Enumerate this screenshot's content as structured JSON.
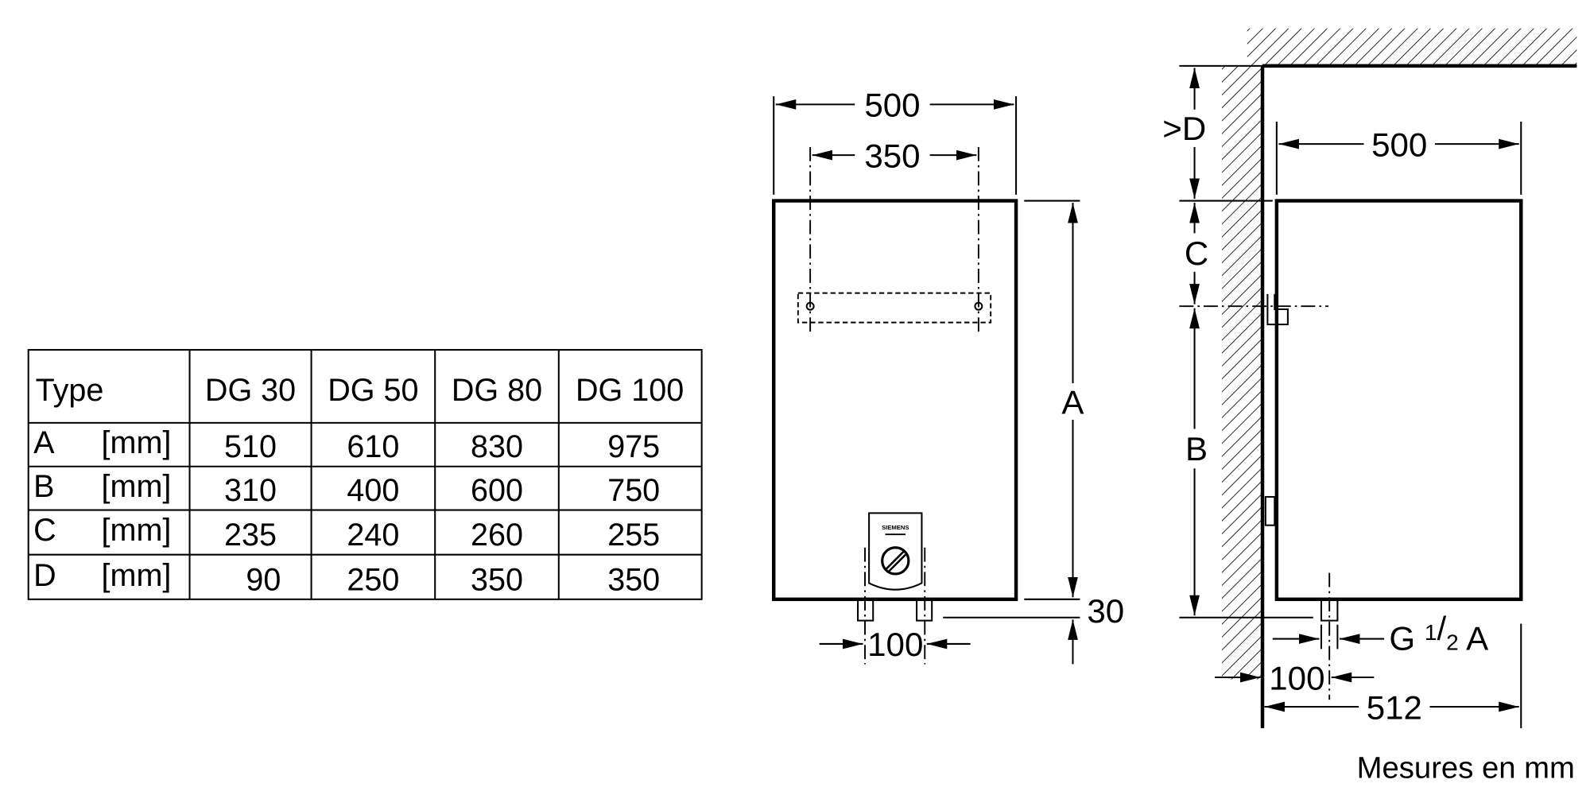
{
  "table": {
    "header": [
      "Type",
      "DG 30",
      "DG 50",
      "DG 80",
      "DG 100"
    ],
    "rows": [
      {
        "param": "A",
        "unit": "[mm]",
        "values": [
          "510",
          "610",
          "830",
          "975"
        ]
      },
      {
        "param": "B",
        "unit": "[mm]",
        "values": [
          "310",
          "400",
          "600",
          "750"
        ]
      },
      {
        "param": "C",
        "unit": "[mm]",
        "values": [
          "235",
          "240",
          "260",
          "255"
        ]
      },
      {
        "param": "D",
        "unit": "[mm]",
        "values": [
          "90",
          "250",
          "350",
          "350"
        ]
      }
    ]
  },
  "front_view": {
    "width_outer": "500",
    "width_holes": "350",
    "height_label": "A",
    "foot_offset": "30",
    "pipe_spacing": "100",
    "brand": "SIEMENS"
  },
  "side_view": {
    "width": "500",
    "ceiling_gap": ">D",
    "upper_label": "C",
    "lower_label": "B",
    "thread_main": "G ",
    "thread_num": "1",
    "thread_sep": "/",
    "thread_den": "2",
    "thread_suffix": " A",
    "pipe_offset": "100",
    "depth": "512"
  },
  "footer": {
    "units_note": "Mesures en mm"
  }
}
